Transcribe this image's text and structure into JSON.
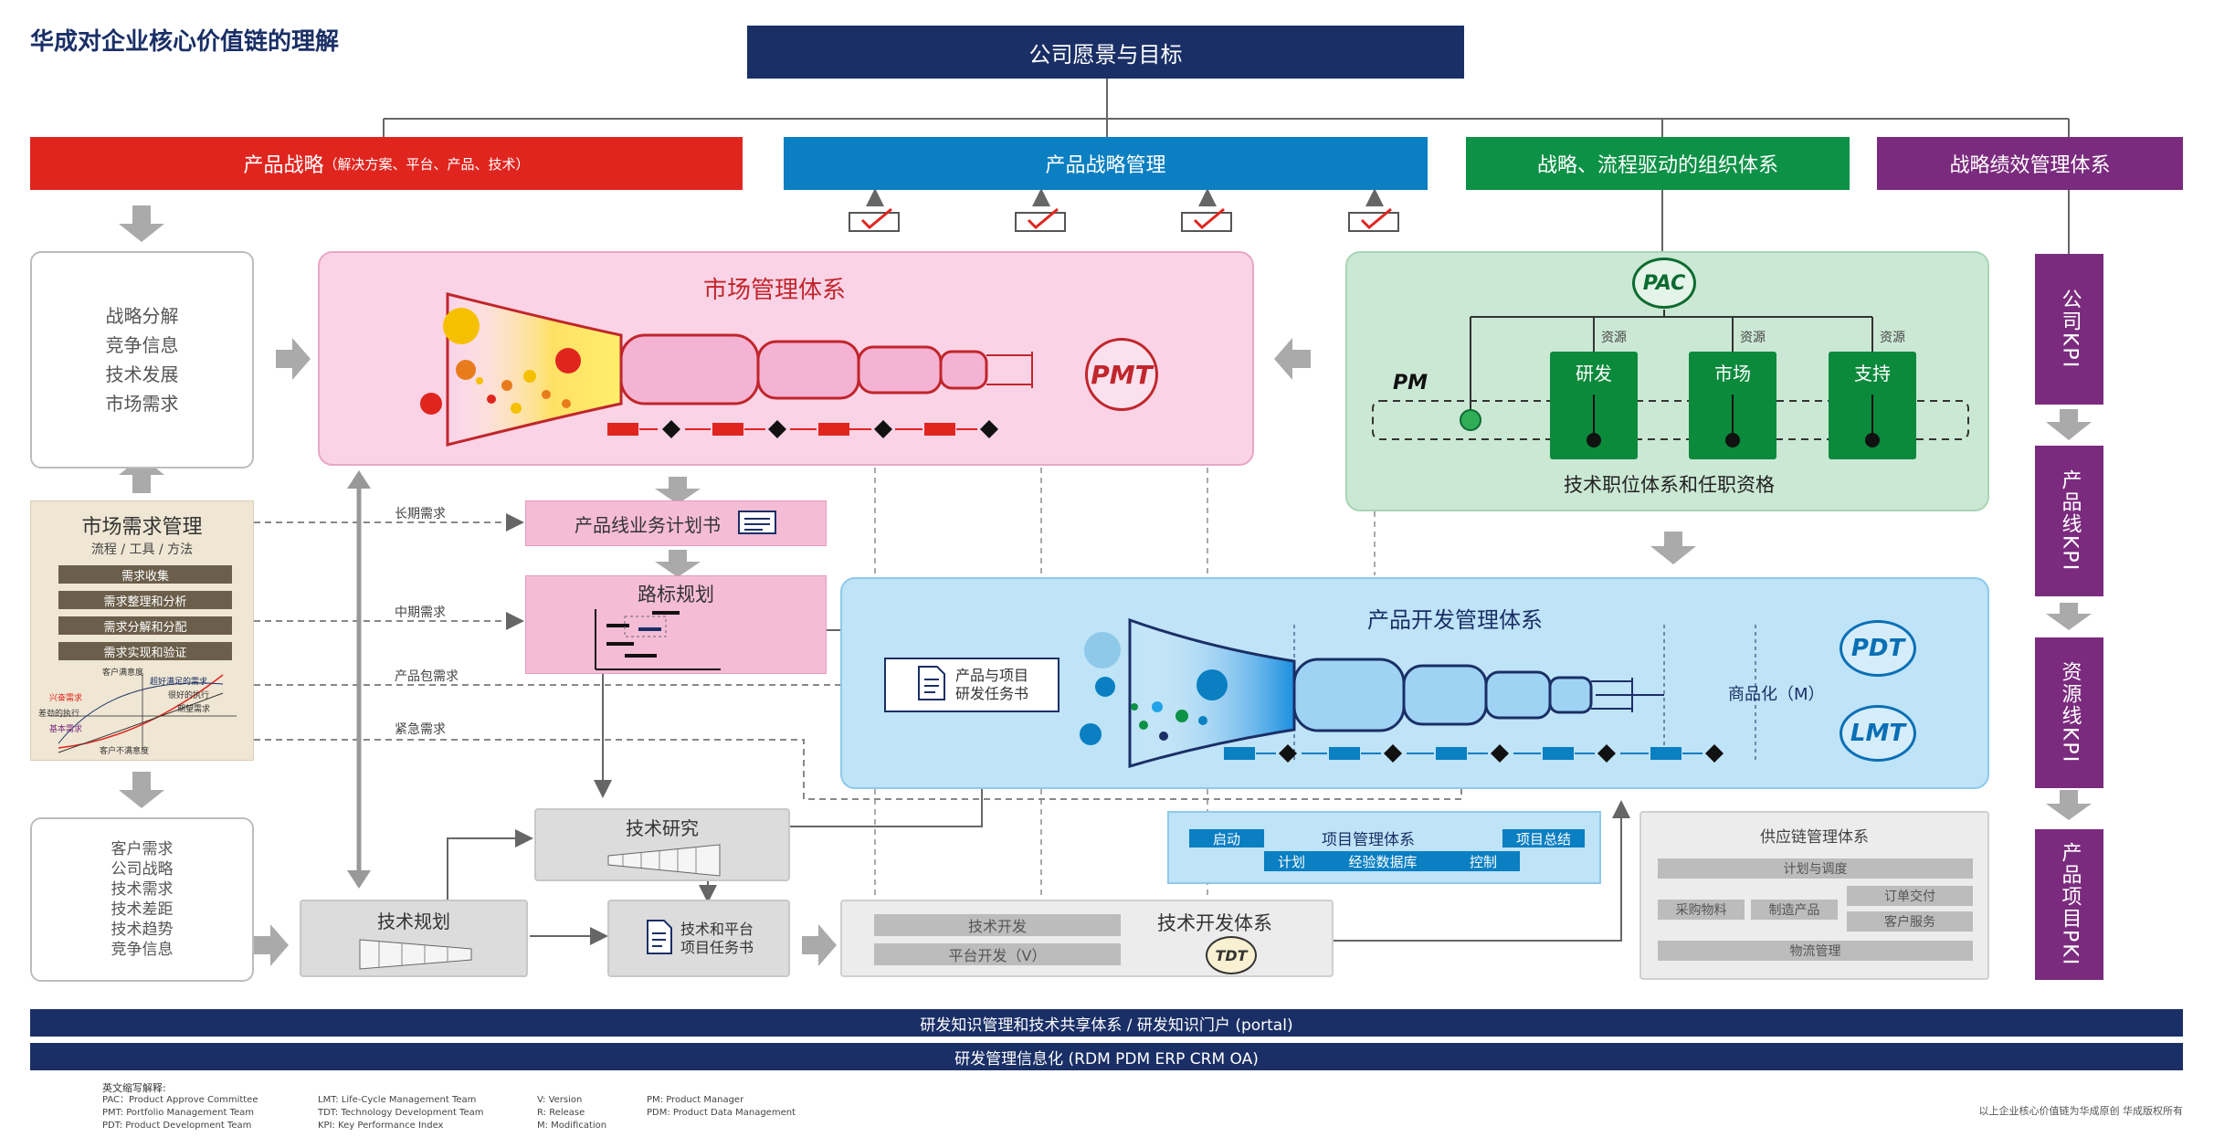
{
  "title": "华成对企业核心价值链的理解",
  "vision": "公司愿景与目标",
  "pillars": {
    "product_strategy": "产品战略",
    "product_strategy_sub": "（解决方案、平台、产品、技术）",
    "product_strategy_mgmt": "产品战略管理",
    "org_system": "战略、流程驱动的组织体系",
    "perf_system": "战略绩效管理体系"
  },
  "left_box1": [
    "战略分解",
    "竞争信息",
    "技术发展",
    "市场需求"
  ],
  "demand_mgmt": {
    "title": "市场需求管理",
    "subtitle": "流程 / 工具 / 方法",
    "steps": [
      "需求收集",
      "需求整理和分析",
      "需求分解和分配",
      "需求实现和验证"
    ],
    "chart_labels": [
      "客户满意度",
      "兴奋需求",
      "基本需求",
      "期望需求",
      "超好满足的需求",
      "很好的执行",
      "差劲的执行",
      "客户不满意度"
    ]
  },
  "left_box2": [
    "客户需求",
    "公司战略",
    "技术需求",
    "技术差距",
    "技术趋势",
    "竞争信息"
  ],
  "market_system": {
    "title": "市场管理体系",
    "logo": "PMT"
  },
  "org_panel": {
    "logo": "PAC",
    "pm": "PM",
    "resource": "资源",
    "units": [
      "研发",
      "市场",
      "支持"
    ],
    "footer": "技术职位体系和任职资格"
  },
  "demand_labels": {
    "long": "长期需求",
    "mid": "中期需求",
    "pkg": "产品包需求",
    "urgent": "紧急需求"
  },
  "plan_book": "产品线业务计划书",
  "roadmap": "路标规划",
  "task_book": [
    "产品与项目",
    "研发任务书"
  ],
  "dev_system": {
    "title": "产品开发管理体系",
    "commercial": "商品化（M）",
    "logo1": "PDT",
    "logo2": "LMT"
  },
  "tech_research": "技术研究",
  "tech_plan": "技术规划",
  "tech_task": [
    "技术和平台",
    "项目任务书"
  ],
  "tech_dev": {
    "title": "技术开发体系",
    "items": [
      "技术开发",
      "平台开发（V）"
    ],
    "logo": "TDT"
  },
  "project_mgmt": {
    "title": "项目管理体系",
    "start": "启动",
    "end": "项目总结",
    "items": [
      "计划",
      "经验数据库",
      "控制"
    ]
  },
  "supply_chain": {
    "title": "供应链管理体系",
    "plan": "计划与调度",
    "buy": "采购物料",
    "make": "制造产品",
    "order": "订单交付",
    "service": "客户服务",
    "logistics": "物流管理"
  },
  "kpis": [
    "公司KPI",
    "产品线KPI",
    "资源线KPI",
    "产品项目PKI"
  ],
  "bottom_bars": [
    "研发知识管理和技术共享体系 / 研发知识门户 (portal)",
    "研发管理信息化 (RDM PDM ERP CRM OA)"
  ],
  "glossary": {
    "heading": "英文缩写解释:",
    "col1": [
      "PAC：Product Approve Committee",
      "PMT: Portfolio Management Team",
      "PDT: Product Development Team"
    ],
    "col2": [
      "LMT: Life-Cycle Management Team",
      "TDT: Technology Development Team",
      "KPI: Key Performance Index"
    ],
    "col3": [
      "V: Version",
      "R: Release",
      "M: Modification"
    ],
    "col4": [
      "PM: Product Manager",
      "PDM: Product Data Management"
    ]
  },
  "copyright": "以上企业核心价值链为华成原创  华成版权所有",
  "colors": {
    "navy": "#1a2f66",
    "red": "#e0251f",
    "blue": "#0a7fc2",
    "green": "#0c9146",
    "purple": "#7b2b7e",
    "pink": "#fad3e6",
    "lightblue": "#bfe3f7",
    "lightgreen": "#cbe8d4"
  }
}
